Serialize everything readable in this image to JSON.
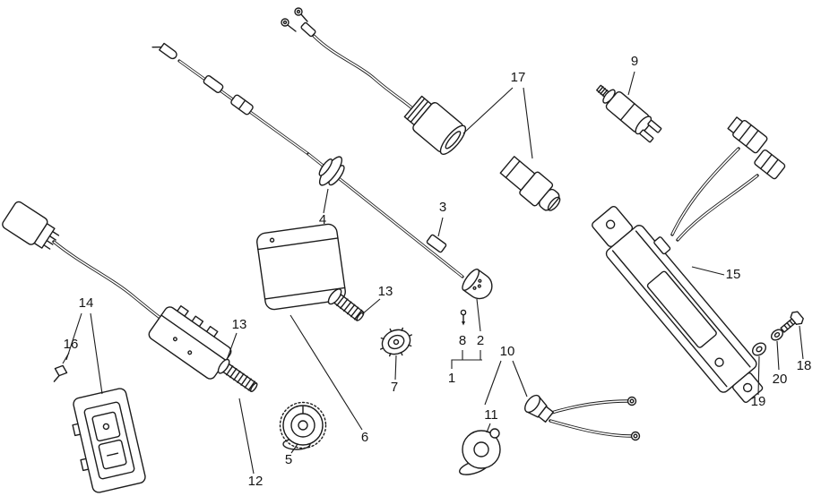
{
  "diagram": {
    "type": "parts-exploded-diagram",
    "background_color": "#ffffff",
    "line_color": "#1c1c1c",
    "label_color": "#151515",
    "callouts": [
      {
        "id": "callout-1",
        "label": "1"
      },
      {
        "id": "callout-2",
        "label": "2"
      },
      {
        "id": "callout-3",
        "label": "3"
      },
      {
        "id": "callout-4",
        "label": "4"
      },
      {
        "id": "callout-5",
        "label": "5"
      },
      {
        "id": "callout-6",
        "label": "6"
      },
      {
        "id": "callout-7",
        "label": "7"
      },
      {
        "id": "callout-8",
        "label": "8"
      },
      {
        "id": "callout-9",
        "label": "9"
      },
      {
        "id": "callout-10",
        "label": "10"
      },
      {
        "id": "callout-11",
        "label": "11"
      },
      {
        "id": "callout-12",
        "label": "12"
      },
      {
        "id": "callout-13a",
        "label": "13"
      },
      {
        "id": "callout-13b",
        "label": "13"
      },
      {
        "id": "callout-14",
        "label": "14"
      },
      {
        "id": "callout-15",
        "label": "15"
      },
      {
        "id": "callout-16",
        "label": "16"
      },
      {
        "id": "callout-17",
        "label": "17"
      },
      {
        "id": "callout-18",
        "label": "18"
      },
      {
        "id": "callout-19",
        "label": "19"
      },
      {
        "id": "callout-20",
        "label": "20"
      }
    ]
  }
}
